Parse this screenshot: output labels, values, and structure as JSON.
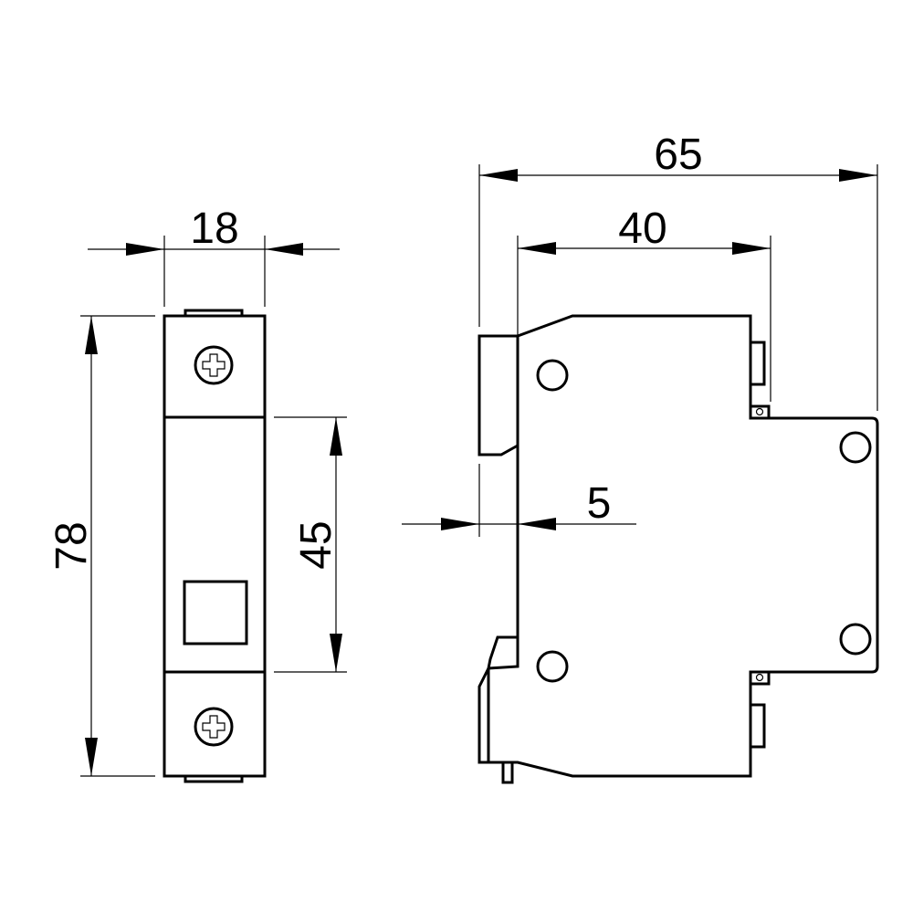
{
  "drawing": {
    "line_color": "#000000",
    "background_color": "#ffffff",
    "front_view": {
      "width_dimension": "18",
      "height_dimension": "78",
      "window_height_dimension": "45"
    },
    "side_view": {
      "total_depth_dimension": "65",
      "body_depth_dimension": "40",
      "rail_offset_dimension": "5"
    }
  }
}
